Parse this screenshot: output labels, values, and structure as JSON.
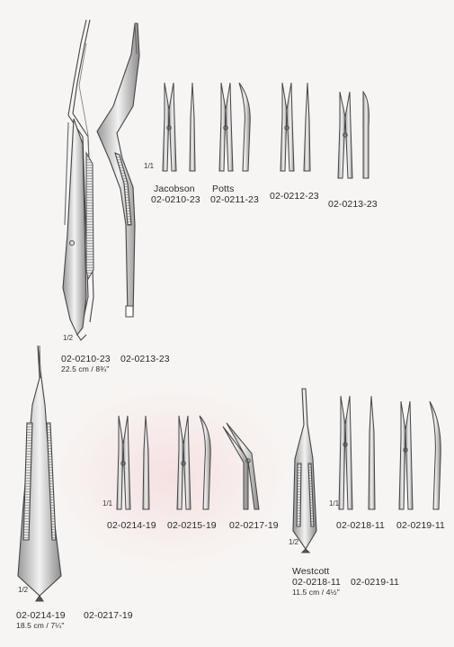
{
  "scales": {
    "half": "1/2",
    "full": "1/1"
  },
  "group_top": {
    "names": {
      "jacobson": "Jacobson",
      "potts": "Potts"
    },
    "codes": [
      "02-0210-23",
      "02-0211-23",
      "02-0212-23",
      "02-0213-23"
    ],
    "large_codes": [
      "02-0210-23",
      "02-0213-23"
    ],
    "large_size": "22.5 cm / 8¾\""
  },
  "group_mid": {
    "codes": [
      "02-0214-19",
      "02-0215-19",
      "02-0217-19"
    ],
    "large_codes": [
      "02-0214-19",
      "02-0217-19"
    ],
    "large_size": "18.5 cm / 7¼\""
  },
  "group_right": {
    "codes": [
      "02-0218-11",
      "02-0219-11"
    ],
    "name": "Westcott",
    "large_codes": [
      "02-0218-11",
      "02-0219-11"
    ],
    "large_size": "11.5 cm / 4½\""
  }
}
